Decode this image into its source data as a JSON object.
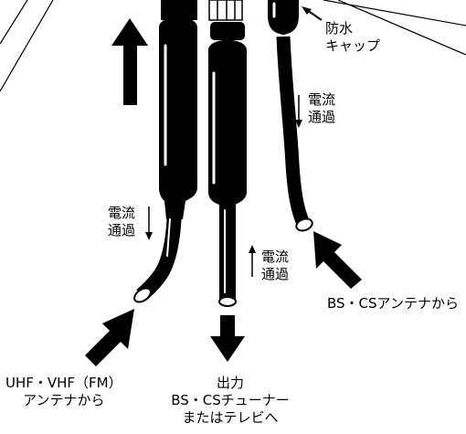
{
  "labels": {
    "waterproof_cap": [
      "防水",
      "キャップ"
    ],
    "current_right": [
      "電流",
      "通過"
    ],
    "current_left": [
      "電流",
      "通過"
    ],
    "current_center": [
      "電流",
      "通過"
    ],
    "bs_cs_antenna": "BS・CSアンテナから",
    "uhf_vhf_antenna": [
      "UHF・VHF（FM）",
      "アンテナから"
    ],
    "output": [
      "出力",
      "BS・CSチューナー",
      "またはテレビへ"
    ]
  }
}
